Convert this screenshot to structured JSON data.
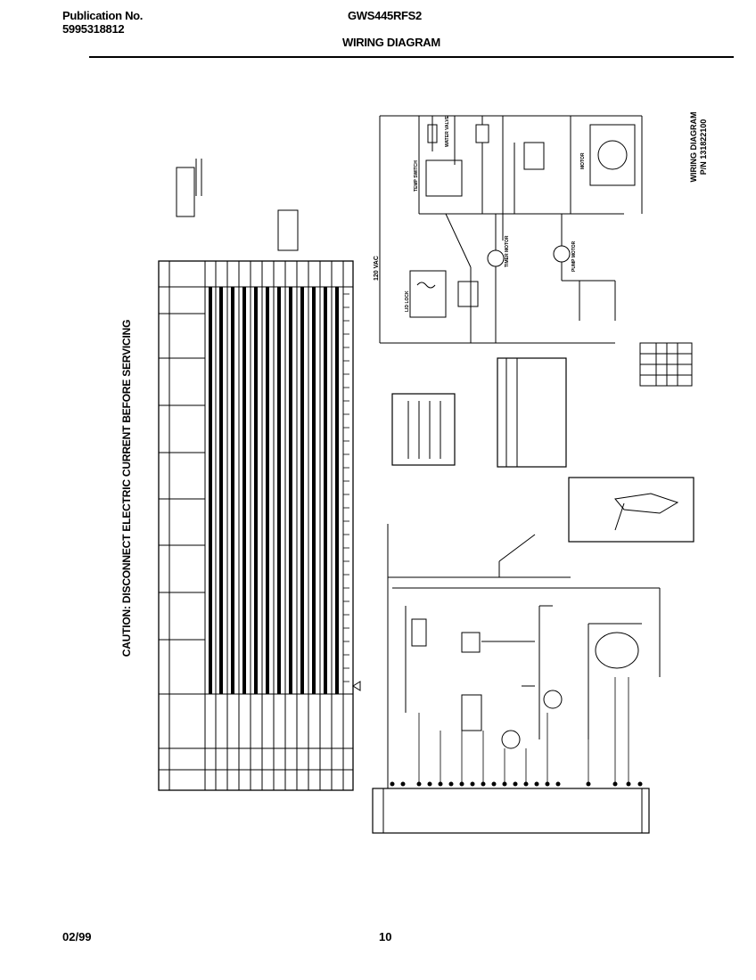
{
  "header": {
    "publication_label": "Publication No.",
    "publication_number": "5995318812",
    "model": "GWS445RFS2",
    "title": "WIRING DIAGRAM"
  },
  "caution": "CAUTION: DISCONNECT ELECTRIC CURRENT BEFORE SERVICING",
  "sidebar": {
    "line1": "WIRING DIAGRAM",
    "line2": "P/N 131822100"
  },
  "schematic": {
    "supply": "120 VAC",
    "labels": [
      "TEMP SWITCH",
      "WATER VALVE",
      "MOTOR",
      "LID LOCK",
      "TIMER MOTOR",
      "PUMP MOTOR"
    ]
  },
  "footer": {
    "date": "02/99",
    "page": "10"
  }
}
